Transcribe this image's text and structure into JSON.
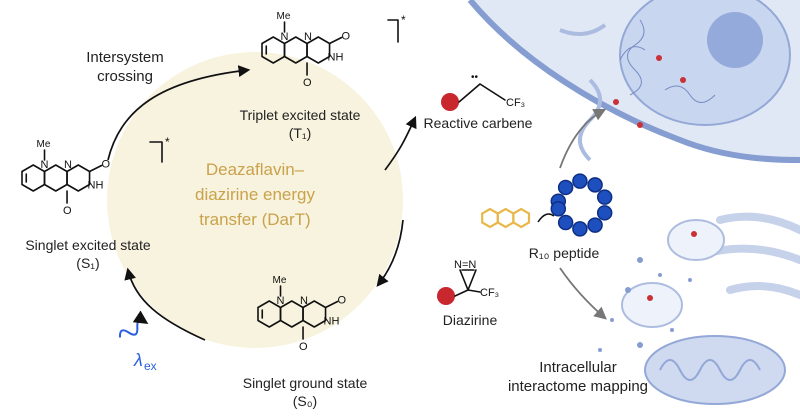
{
  "colors": {
    "circle_fill": "#f8f3df",
    "center_text": "#c9a24a",
    "peptide_blue": "#1e4fbf",
    "core_yellow": "#e8b84a",
    "carbene_red": "#c8272d",
    "light_blue": "#2a5fe0",
    "cell_blue": "#b9c8e6",
    "membrane": "#8fa6d6"
  },
  "cycle": {
    "center_title": [
      "Deazaflavin–",
      "diazirine energy",
      "transfer (DarT)"
    ],
    "triplet": {
      "label": "Triplet excited state",
      "symbol": "(T₁)"
    },
    "singlet_excited": {
      "label": "Singlet excited state",
      "symbol": "(S₁)"
    },
    "singlet_ground": {
      "label": "Singlet ground state",
      "symbol": "(S₀)"
    },
    "intersystem": [
      "Intersystem",
      "crossing"
    ],
    "excitation": {
      "symbol": "λ",
      "subscript": "ex"
    }
  },
  "molecule": {
    "methyl": "Me",
    "n": "N",
    "nh": "NH",
    "o": "O",
    "excited_mark": "*"
  },
  "carbene": {
    "label": "Reactive carbene",
    "cf3": "CF₃",
    "lone_pair": "••"
  },
  "diazirine": {
    "label": "Diazirine",
    "cf3": "CF₃",
    "n_n": "N=N"
  },
  "peptide": {
    "label": "R₁₀ peptide"
  },
  "mapping": [
    "Intracellular",
    "interactome mapping"
  ]
}
